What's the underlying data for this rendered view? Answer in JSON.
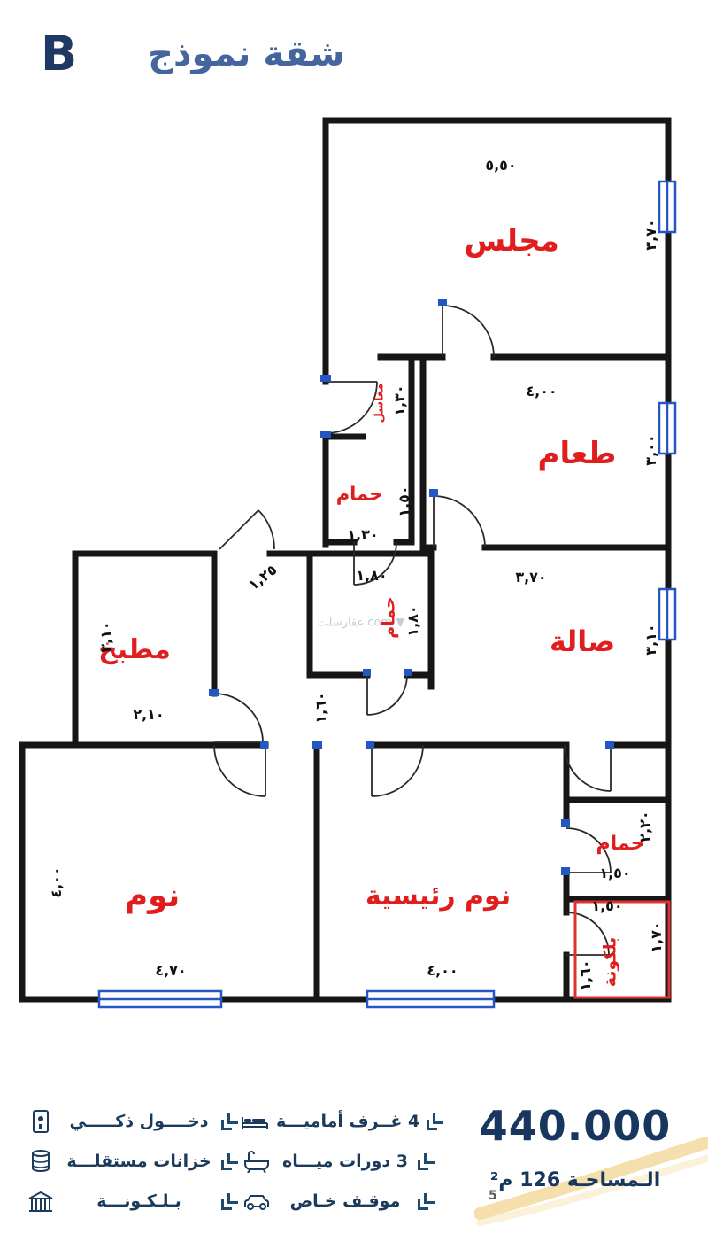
{
  "header": {
    "model_letter": "B",
    "title": "شقة نموذج"
  },
  "plan": {
    "watermark": "عقارسلت.com ▼",
    "rooms": {
      "majlis": "مجلس",
      "dining": "طعام",
      "bath1": "حمام",
      "hall": "صالة",
      "bath2": "حمام",
      "sinks": "مغاسل",
      "kitchen": "مطبخ",
      "bedroom": "نوم",
      "master": "نوم رئيسية",
      "bath3": "حمام",
      "balcony": "بلكونة"
    },
    "dims": {
      "majlis_w": "٥,٥٠",
      "majlis_h": "٣,٧٠",
      "dining_w": "٤,٠٠",
      "dining_h": "٣,٠٠",
      "sinks_w": "١,٣٠",
      "bath1_h": "١,٥٠",
      "bath1_w": "١,٣٠",
      "hall_w": "٣,٧٠",
      "hall_h": "٣,١٠",
      "bath2_w": "١,٨٠",
      "bath2_h": "١,٨٠",
      "door_diag": "١,٢٥",
      "kitchen_h": "٣,١٠",
      "kitchen_w": "٢,١٠",
      "corridor_w": "١,٦٠",
      "bedroom_h": "٤,٠٠",
      "bedroom_w": "٤,٧٠",
      "master_w": "٤,٠٠",
      "bath3_h": "٢,٢٠",
      "bath3_w": "١,٥٠",
      "balcony_w": "١,٥٠",
      "balcony_h": "١,٧٠",
      "balcony_d": "١,٦٠"
    }
  },
  "footer": {
    "features_left": [
      {
        "icon": "smart-lock-icon",
        "label": "دخــــول ذكـــــي"
      },
      {
        "icon": "water-tank-icon",
        "label": "خزانات مستقلـــة"
      },
      {
        "icon": "balcony-icon",
        "label": "بـلـكـونـــة"
      }
    ],
    "features_middle": [
      {
        "icon": "bed-icon",
        "label": "4 غــرف أماميـــة"
      },
      {
        "icon": "bathtub-icon",
        "label": "3 دورات ميـــاه"
      },
      {
        "icon": "car-icon",
        "label": "موقـف خـاص"
      }
    ],
    "price": "440.000",
    "area": "الـمساحـة 126 م²",
    "page_number": "5"
  }
}
